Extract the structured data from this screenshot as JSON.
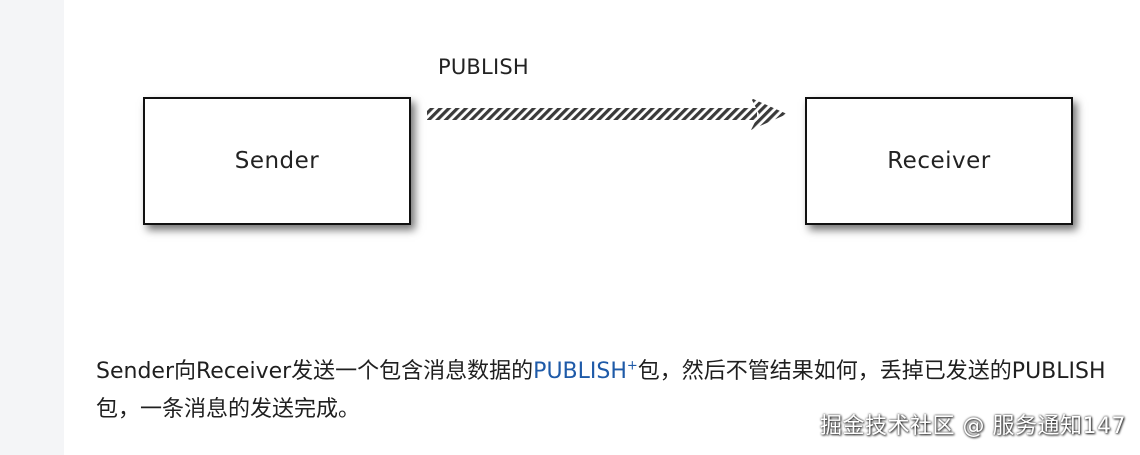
{
  "diagram": {
    "sender_label": "Sender",
    "receiver_label": "Receiver",
    "arrow_label": "PUBLISH"
  },
  "paragraph": {
    "part1": "Sender向Receiver发送一个包含消息数据的",
    "link_text": "PUBLISH",
    "link_marker": "+",
    "part2": "包，然后不管结果如何，丢掉已发送的PUBLISH包，一条消息的发送完成。"
  },
  "watermark": "掘金技术社区 @ 服务通知147",
  "colors": {
    "link": "#1e5aa8",
    "border": "#111111",
    "gutter": "#f4f5f7"
  }
}
